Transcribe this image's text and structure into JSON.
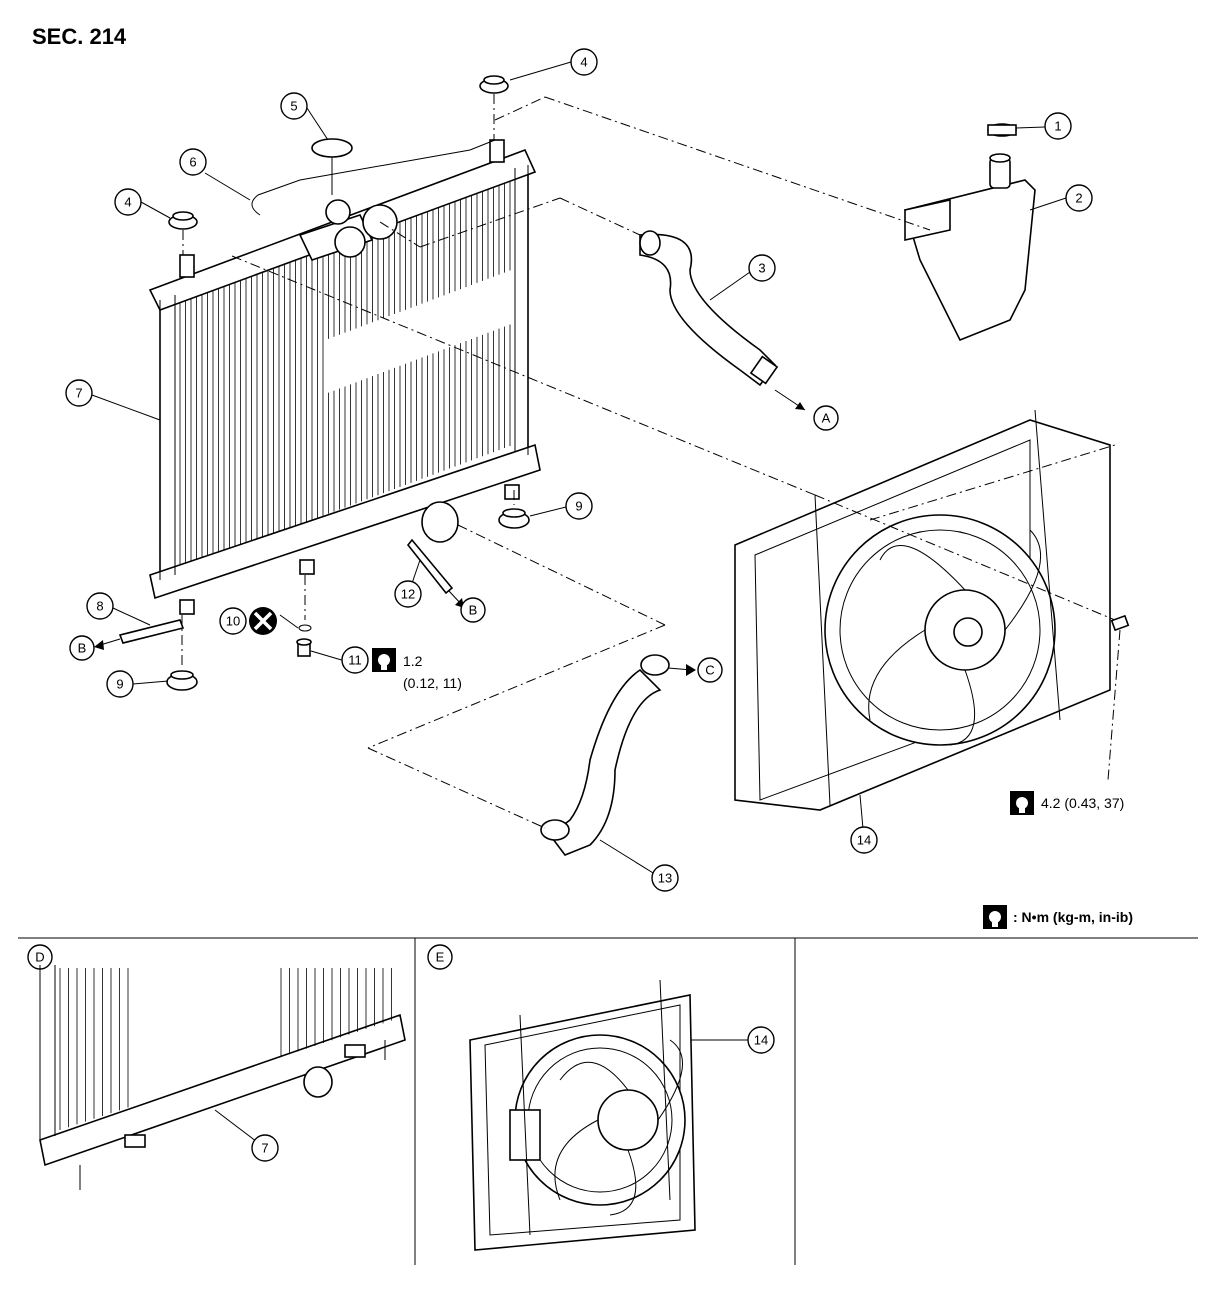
{
  "section_label": "SEC. 214",
  "callouts": [
    {
      "id": "c1",
      "label": "1"
    },
    {
      "id": "c2",
      "label": "2"
    },
    {
      "id": "c3",
      "label": "3"
    },
    {
      "id": "c4a",
      "label": "4"
    },
    {
      "id": "c4b",
      "label": "4"
    },
    {
      "id": "c5",
      "label": "5"
    },
    {
      "id": "c6",
      "label": "6"
    },
    {
      "id": "c7",
      "label": "7"
    },
    {
      "id": "c7d",
      "label": "7"
    },
    {
      "id": "c8",
      "label": "8"
    },
    {
      "id": "c9a",
      "label": "9"
    },
    {
      "id": "c9b",
      "label": "9"
    },
    {
      "id": "c10",
      "label": "10"
    },
    {
      "id": "c11",
      "label": "11"
    },
    {
      "id": "c12",
      "label": "12"
    },
    {
      "id": "c13",
      "label": "13"
    },
    {
      "id": "c14",
      "label": "14"
    },
    {
      "id": "c14e",
      "label": "14"
    }
  ],
  "connectors": {
    "A": "A",
    "B1": "B",
    "B2": "B",
    "C": "C"
  },
  "torque_specs": {
    "drain_plug_line1": "1.2",
    "drain_plug_line2": "(0.12, 11)",
    "fan_bolt": "4.2 (0.43, 37)"
  },
  "legend": {
    "units": ": N•m (kg-m, in-ib)"
  },
  "views": {
    "D": "D",
    "E": "E"
  },
  "icons": {
    "torque": "torque-wrench-icon",
    "no_reuse": "do-not-reuse-x-icon"
  }
}
